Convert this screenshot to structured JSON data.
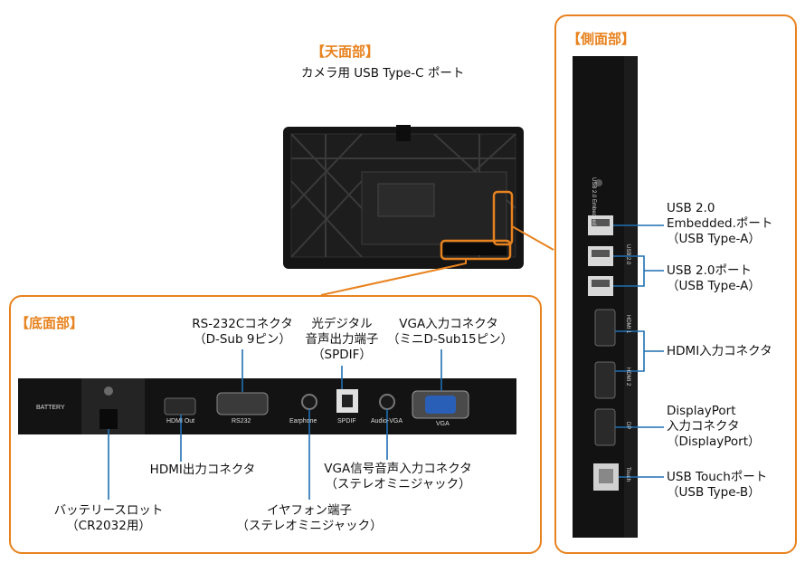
{
  "colors": {
    "accent": "#e8821e",
    "leader": "#1f6fb2",
    "device": "#111111"
  },
  "top": {
    "title": "【天面部】",
    "camera_port": "カメラ用 USB Type-C ポート"
  },
  "side": {
    "title": "【側面部】",
    "usb_embedded": {
      "line1": "USB 2.0",
      "line2": "Embedded.ポート",
      "line3": "（USB Type-A）"
    },
    "usb2": {
      "line1": "USB 2.0ポート",
      "line2": "（USB Type-A）"
    },
    "hdmi_in": "HDMI入力コネクタ",
    "displayport": {
      "line1": "DisplayPort",
      "line2": "入力コネクタ",
      "line3": "（DisplayPort）"
    },
    "usb_touch": {
      "line1": "USB Touchポート",
      "line2": "（USB Type-B）"
    },
    "printed": {
      "usb_embedded": "USB 2.0 Embedded",
      "usb_a": "USB 2.0",
      "hdmi1": "HDMI 1",
      "hdmi2": "HDMI 2",
      "dp": "DP",
      "touch": "Touch"
    }
  },
  "bottom": {
    "title": "【底面部】",
    "rs232c": {
      "line1": "RS-232Cコネクタ",
      "line2": "（D-Sub 9ピン）"
    },
    "spdif": {
      "line1": "光デジタル",
      "line2": "音声出力端子",
      "line3": "（SPDIF）"
    },
    "vga": {
      "line1": "VGA入力コネクタ",
      "line2": "（ミニD-Sub15ピン）"
    },
    "hdmi_out": "HDMI出力コネクタ",
    "vga_audio": {
      "line1": "VGA信号音声入力コネクタ",
      "line2": "（ステレオミニジャック）"
    },
    "battery_slot": {
      "line1": "バッテリースロット",
      "line2": "（CR2032用）"
    },
    "earphone": {
      "line1": "イヤフォン端子",
      "line2": "（ステレオミニジャック）"
    },
    "printed": {
      "battery": "BATTERY",
      "hdmi_out": "HDMI Out",
      "rs232": "RS232",
      "earphone": "Earphone",
      "spdif": "SPDIF",
      "audio_vga": "Audio-VGA",
      "vga": "VGA"
    }
  }
}
